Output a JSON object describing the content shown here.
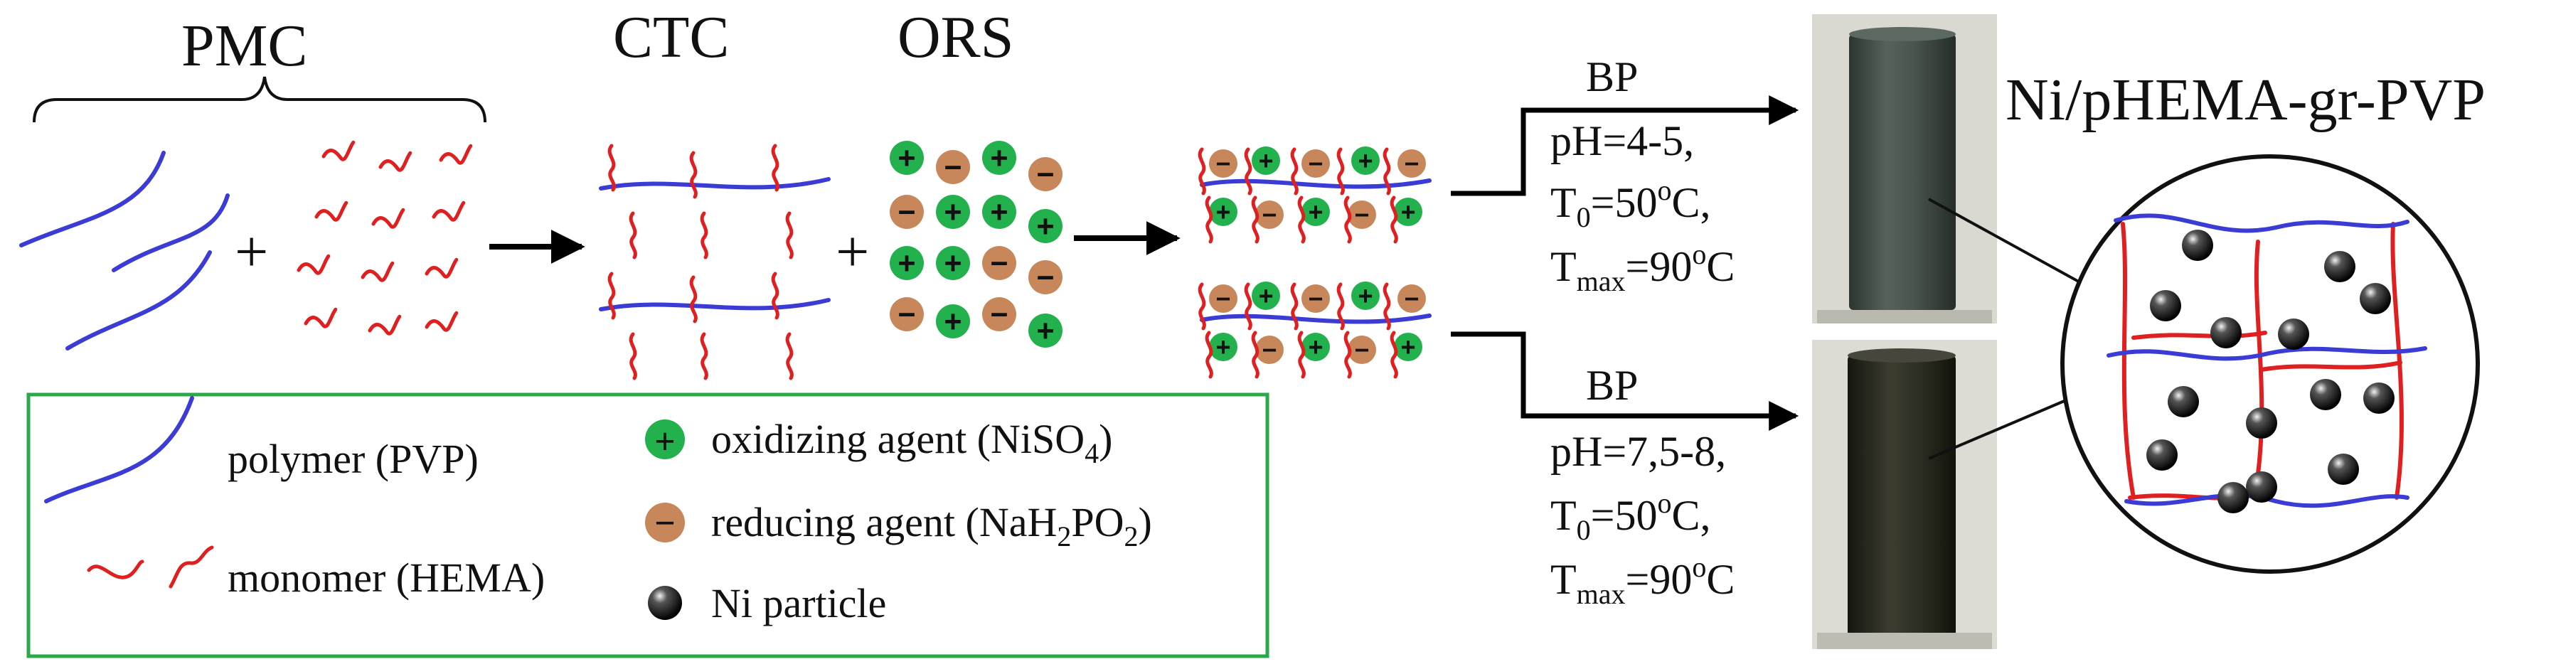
{
  "labels": {
    "pmc": "PMC",
    "ctc": "CTC",
    "ors": "ORS",
    "plus": "+",
    "product": "Ni/pHEMA-gr-PVP"
  },
  "branch_top": {
    "label": "BP",
    "ph": "pH=4-5,",
    "t0_main": "T",
    "t0_sub": "0",
    "t0_value": "=50",
    "t0_sup": "o",
    "t0_unit": "C,",
    "tmax_main": "T",
    "tmax_sub": "max",
    "tmax_value": "=90",
    "tmax_sup": "o",
    "tmax_unit": "C"
  },
  "branch_bottom": {
    "label": "BP",
    "ph": "pH=7,5-8,",
    "t0_main": "T",
    "t0_sub": "0",
    "t0_value": "=50",
    "t0_sup": "o",
    "t0_unit": "C,",
    "tmax_main": "T",
    "tmax_sub": "max",
    "tmax_value": "=90",
    "tmax_sup": "o",
    "tmax_unit": "C"
  },
  "legend": {
    "polymer": "polymer (PVP)",
    "monomer": "monomer (HEMA)",
    "oxidizing_pre": "oxidizing agent (NiSO",
    "oxidizing_sub": "4",
    "oxidizing_post": ")",
    "reducing_pre": "reducing agent (NaH",
    "reducing_sub1": "2",
    "reducing_mid": "PO",
    "reducing_sub2": "2",
    "reducing_post": ")",
    "ni_particle": "Ni particle"
  },
  "symbols": {
    "plus_sign": "+",
    "minus_sign": "−"
  },
  "colors": {
    "polymer": "#3b3bd6",
    "monomer": "#e02020",
    "oxidizer": "#22b14c",
    "reducer": "#c8875a",
    "legend_border": "#2aa84a",
    "sample_top": "#3f4a44",
    "sample_bottom": "#2b2c22"
  }
}
